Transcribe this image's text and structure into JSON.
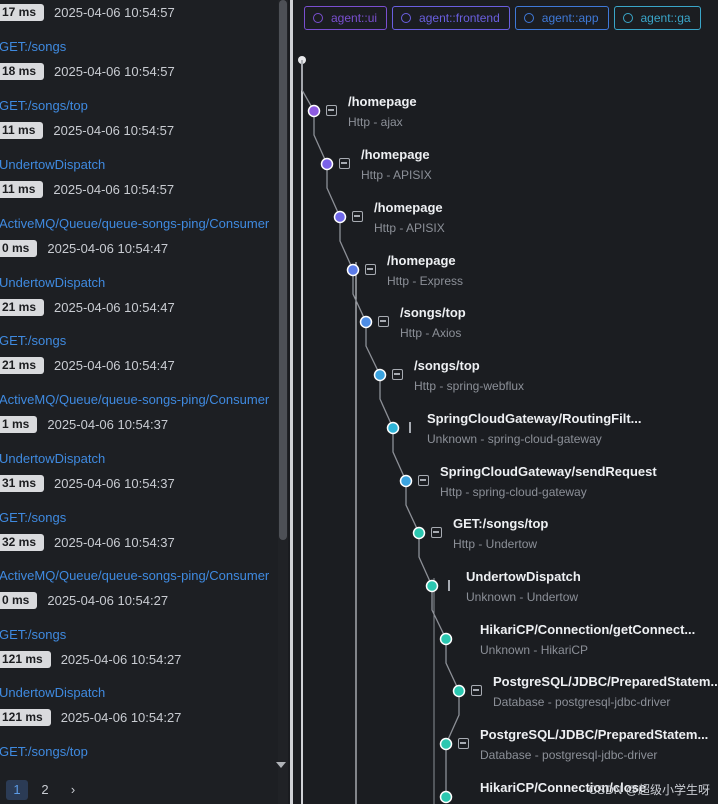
{
  "trace_list": [
    {
      "endpoint": "",
      "duration": "17 ms",
      "time": "2025-04-06 10:54:57"
    },
    {
      "endpoint": "GET:/songs",
      "duration": "18 ms",
      "time": "2025-04-06 10:54:57"
    },
    {
      "endpoint": "GET:/songs/top",
      "duration": "11 ms",
      "time": "2025-04-06 10:54:57"
    },
    {
      "endpoint": "UndertowDispatch",
      "duration": "11 ms",
      "time": "2025-04-06 10:54:57"
    },
    {
      "endpoint": "ActiveMQ/Queue/queue-songs-ping/Consumer",
      "duration": "0 ms",
      "time": "2025-04-06 10:54:47"
    },
    {
      "endpoint": "UndertowDispatch",
      "duration": "21 ms",
      "time": "2025-04-06 10:54:47"
    },
    {
      "endpoint": "GET:/songs",
      "duration": "21 ms",
      "time": "2025-04-06 10:54:47"
    },
    {
      "endpoint": "ActiveMQ/Queue/queue-songs-ping/Consumer",
      "duration": "1 ms",
      "time": "2025-04-06 10:54:37"
    },
    {
      "endpoint": "UndertowDispatch",
      "duration": "31 ms",
      "time": "2025-04-06 10:54:37"
    },
    {
      "endpoint": "GET:/songs",
      "duration": "32 ms",
      "time": "2025-04-06 10:54:37"
    },
    {
      "endpoint": "ActiveMQ/Queue/queue-songs-ping/Consumer",
      "duration": "0 ms",
      "time": "2025-04-06 10:54:27"
    },
    {
      "endpoint": "GET:/songs",
      "duration": "121 ms",
      "time": "2025-04-06 10:54:27"
    },
    {
      "endpoint": "UndertowDispatch",
      "duration": "121 ms",
      "time": "2025-04-06 10:54:27"
    },
    {
      "endpoint": "GET:/songs/top",
      "duration": "",
      "time": ""
    }
  ],
  "pagination": {
    "pages": [
      "1",
      "2"
    ],
    "next": "›"
  },
  "service_tags": [
    {
      "label": "agent::ui",
      "color": "#7a4fd0"
    },
    {
      "label": "agent::frontend",
      "color": "#6a5fe0"
    },
    {
      "label": "agent::app",
      "color": "#3f79d8"
    },
    {
      "label": "agent::ga",
      "color": "#3aa6c9"
    }
  ],
  "spans": [
    {
      "name": "/homepage",
      "sub": "Http - ajax",
      "icon": "exit-icon",
      "color": "#8d5ae0"
    },
    {
      "name": "/homepage",
      "sub": "Http - APISIX",
      "icon": "entry-icon",
      "color": "#7a62e8"
    },
    {
      "name": "/homepage",
      "sub": "Http - APISIX",
      "icon": "exit-icon",
      "color": "#7068ea"
    },
    {
      "name": "/homepage",
      "sub": "Http - Express",
      "icon": "entry-icon",
      "color": "#5b7be8"
    },
    {
      "name": "/songs/top",
      "sub": "Http - Axios",
      "icon": "exit-icon",
      "color": "#4d8de6"
    },
    {
      "name": "/songs/top",
      "sub": "Http - spring-webflux",
      "icon": "entry-icon",
      "color": "#3aa3e0"
    },
    {
      "name": "SpringCloudGateway/RoutingFilt...",
      "sub": "Unknown - spring-cloud-gateway",
      "icon": "branch-icon",
      "color": "#2fb4d8"
    },
    {
      "name": "SpringCloudGateway/sendRequest",
      "sub": "Http - spring-cloud-gateway",
      "icon": "exit-icon",
      "color": "#3aa3e0"
    },
    {
      "name": "GET:/songs/top",
      "sub": "Http - Undertow",
      "icon": "entry-icon",
      "color": "#2bc7b0"
    },
    {
      "name": "UndertowDispatch",
      "sub": "Unknown - Undertow",
      "icon": "branch-icon",
      "color": "#2bc7b0"
    },
    {
      "name": "HikariCP/Connection/getConnect...",
      "sub": "Unknown - HikariCP",
      "icon": "",
      "color": "#2bc7b0"
    },
    {
      "name": "PostgreSQL/JDBC/PreparedStatem...",
      "sub": "Database - postgresql-jdbc-driver",
      "icon": "exit-icon",
      "color": "#2bc7b0"
    },
    {
      "name": "PostgreSQL/JDBC/PreparedStatem...",
      "sub": "Database - postgresql-jdbc-driver",
      "icon": "exit-icon",
      "color": "#2bc7b0"
    },
    {
      "name": "HikariCP/Connection/close",
      "sub": "",
      "icon": "",
      "color": "#2bc7b0"
    }
  ],
  "watermark": "CSDN @超级小学生呀"
}
